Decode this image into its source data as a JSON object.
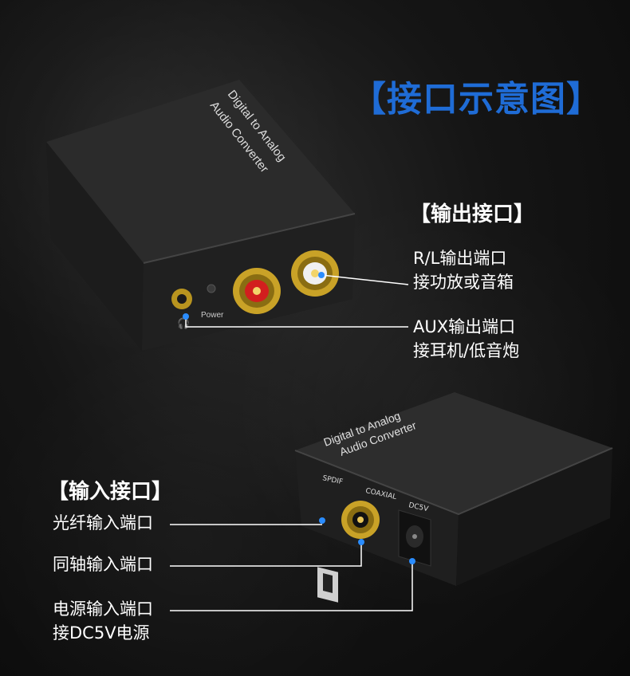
{
  "title": "【接口示意图】",
  "device_top": {
    "brand_line1": "Digital to Analog",
    "brand_line2": "Audio Converter",
    "power_label": "Power"
  },
  "device_bottom": {
    "brand_line1": "Digital to Analog",
    "brand_line2": "Audio Converter",
    "port_spdif": "SPDIF",
    "port_coaxial": "COAXIAL",
    "port_dc": "DC5V"
  },
  "output_section": {
    "heading": "【输出接口】",
    "rl_line1": "R/L输出端口",
    "rl_line2": "接功放或音箱",
    "aux_line1": "AUX输出端口",
    "aux_line2": "接耳机/低音炮"
  },
  "input_section": {
    "heading": "【输入接口】",
    "optical": "光纤输入端口",
    "coaxial": "同轴输入端口",
    "power_line1": "电源输入端口",
    "power_line2": "接DC5V电源"
  },
  "colors": {
    "accent": "#1f6cd6",
    "dot": "#2a8cff",
    "gold": "#c9a227",
    "rca_red": "#d21e1e"
  }
}
